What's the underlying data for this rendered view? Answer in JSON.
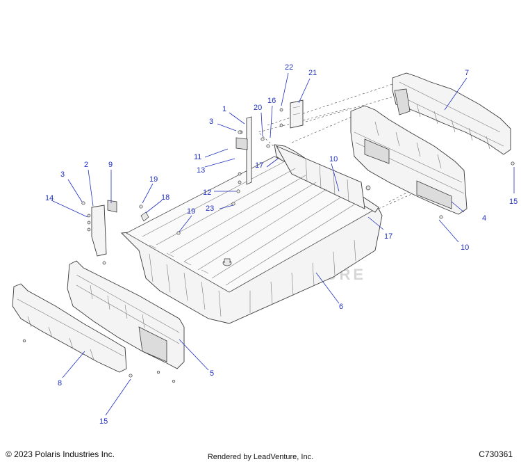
{
  "watermark": "LEADVENTURE",
  "footer": {
    "copyright": "© 2023 Polaris Industries Inc.",
    "rendered_by": "Rendered by LeadVenture, Inc.",
    "diagram_code": "C730361"
  },
  "callouts": [
    {
      "id": "c1",
      "label": "1"
    },
    {
      "id": "c2",
      "label": "2"
    },
    {
      "id": "c3a",
      "label": "3"
    },
    {
      "id": "c3b",
      "label": "3"
    },
    {
      "id": "c4",
      "label": "4"
    },
    {
      "id": "c5",
      "label": "5"
    },
    {
      "id": "c6",
      "label": "6"
    },
    {
      "id": "c7",
      "label": "7"
    },
    {
      "id": "c8",
      "label": "8"
    },
    {
      "id": "c9",
      "label": "9"
    },
    {
      "id": "c10a",
      "label": "10"
    },
    {
      "id": "c10b",
      "label": "10"
    },
    {
      "id": "c11",
      "label": "11"
    },
    {
      "id": "c12",
      "label": "12"
    },
    {
      "id": "c13",
      "label": "13"
    },
    {
      "id": "c14",
      "label": "14"
    },
    {
      "id": "c15a",
      "label": "15"
    },
    {
      "id": "c15b",
      "label": "15"
    },
    {
      "id": "c16",
      "label": "16"
    },
    {
      "id": "c17a",
      "label": "17"
    },
    {
      "id": "c17b",
      "label": "17"
    },
    {
      "id": "c18",
      "label": "18"
    },
    {
      "id": "c19a",
      "label": "19"
    },
    {
      "id": "c19b",
      "label": "19"
    },
    {
      "id": "c20",
      "label": "20"
    },
    {
      "id": "c21",
      "label": "21"
    },
    {
      "id": "c22",
      "label": "22"
    },
    {
      "id": "c23",
      "label": "23"
    }
  ]
}
